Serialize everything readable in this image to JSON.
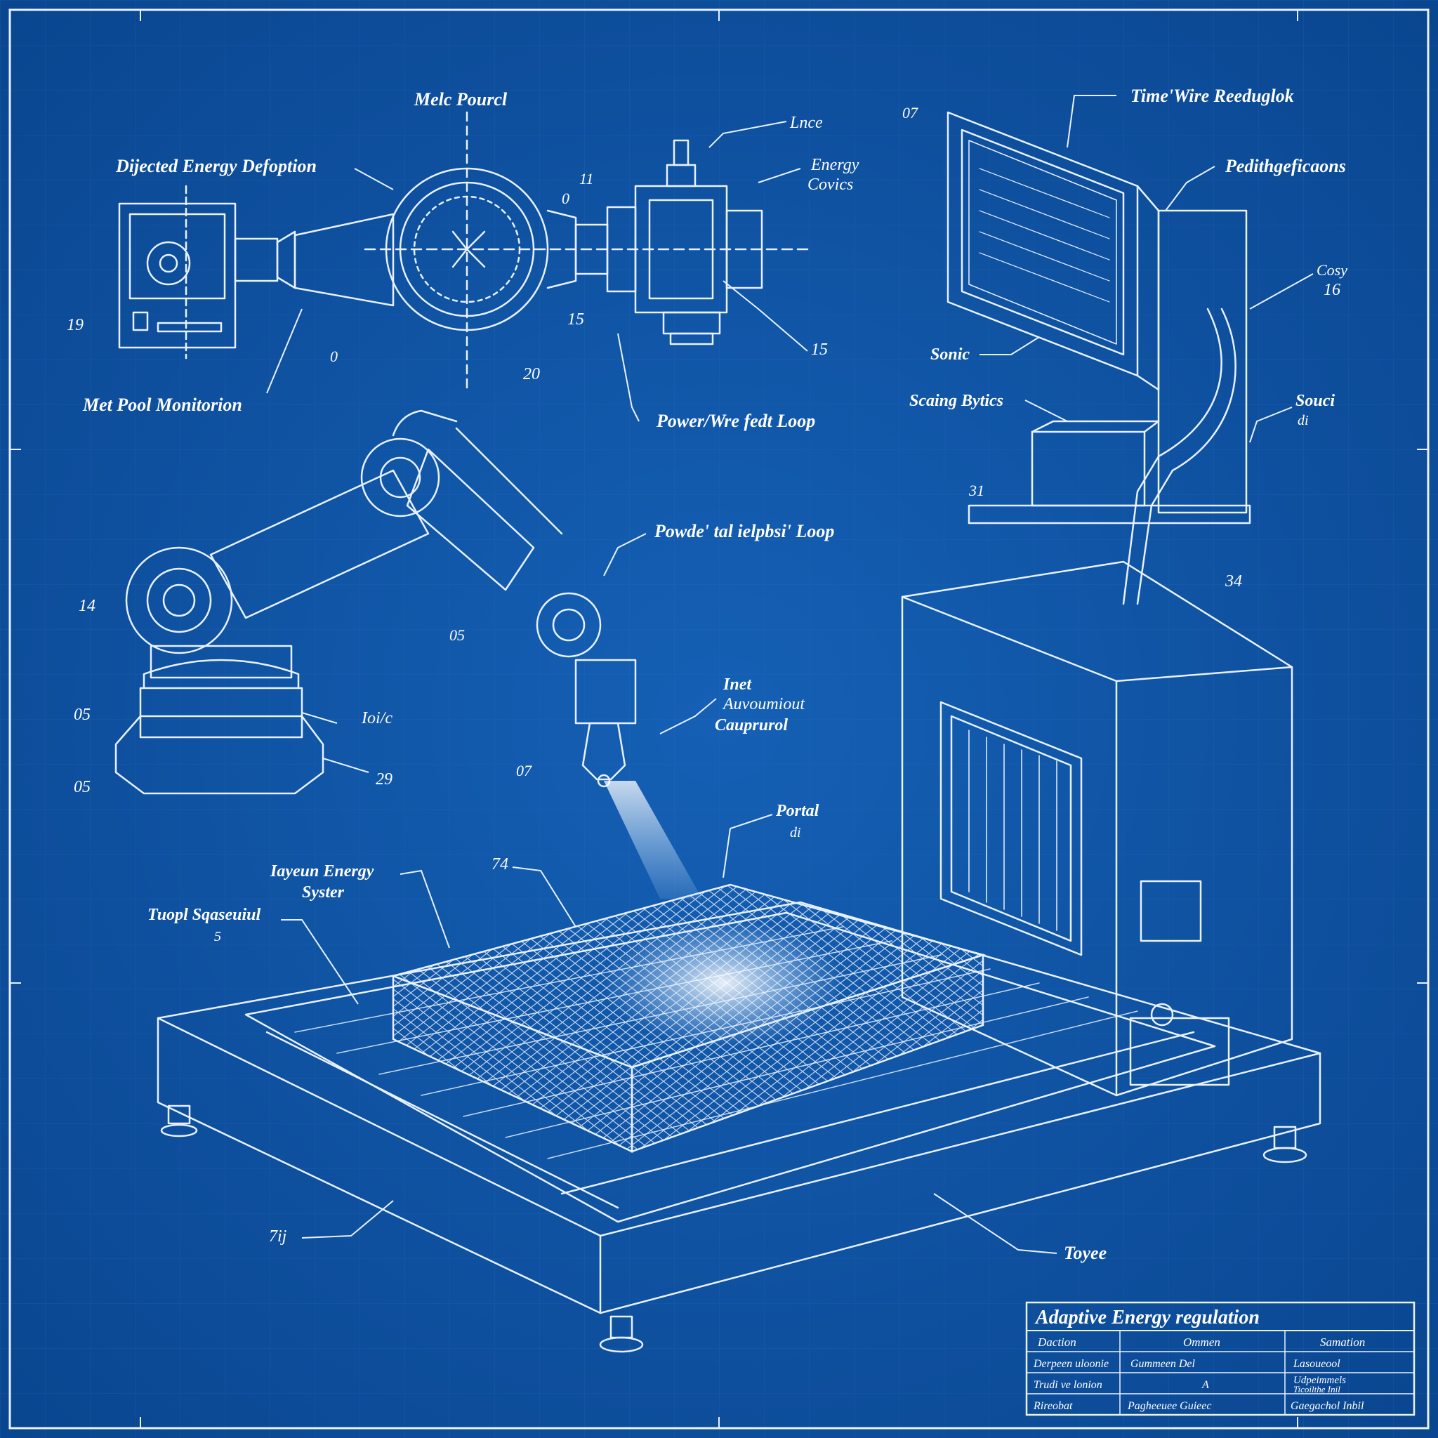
{
  "theme": {
    "background": "#0d4f9e",
    "line": "#e8f1ff",
    "glow": "#bfe0ff"
  },
  "labels": {
    "melt_powder": "Melc Pourcl",
    "directed_energy": "Dijected Energy Defoption",
    "melt_pool_monitoring": "Met Pool Monitorion",
    "lance": "Lnce",
    "energy_covics": [
      "Energy",
      "Covics"
    ],
    "powder_wire_feed_loop": "Power/Wre fedt Loop",
    "time_wire_feedback": "Time'Wire Reeduglok",
    "peripheral_specs": "Pedithgeficaons",
    "cosy": "Cosy",
    "sonic": "Sonic",
    "scaning_bytes": "Scaing Bytics",
    "source": "Souci",
    "source_sub": "di",
    "powder_feed_loop_2": "Powde' tal ielpbsi' Loop",
    "inlet_automation": [
      "Inet",
      "Auvoumiout",
      "Cauprurol"
    ],
    "look": "Ioi/c",
    "portal": "Portal",
    "portal_sub": "di",
    "layered_energy_system": [
      "Iayeun Energy",
      "Syster"
    ],
    "tool_substrate": "Tuopl Sqaseuiul",
    "tool_substrate_sub": "5",
    "toyee": "Toyee"
  },
  "numbers": {
    "n19": "19",
    "n0": "0",
    "n20": "20",
    "n15a": "15",
    "n15b": "15",
    "n11": "11",
    "n0b": "0",
    "n07": "07",
    "n16": "16",
    "n31": "31",
    "n34": "34",
    "n14": "14",
    "n05a": "05",
    "n05b": "05",
    "n29": "29",
    "n07b": "07",
    "n05c": "05",
    "n74": "74",
    "n7ij": "7ij"
  },
  "title_block": {
    "title": "Adaptive Energy regulation",
    "headers": [
      "Daction",
      "Ommen",
      "Samation"
    ],
    "rows": [
      [
        "Derpeen uloonie",
        "Gummeen  Del",
        "Lasoueool"
      ],
      [
        "Trudi ve lonion",
        "A",
        "Udpeimmels"
      ],
      [
        "Rireobat",
        "Pagheeuee Guieec",
        "Gaegachol Inbil"
      ]
    ],
    "extra": "Ticoilthe Inil"
  }
}
